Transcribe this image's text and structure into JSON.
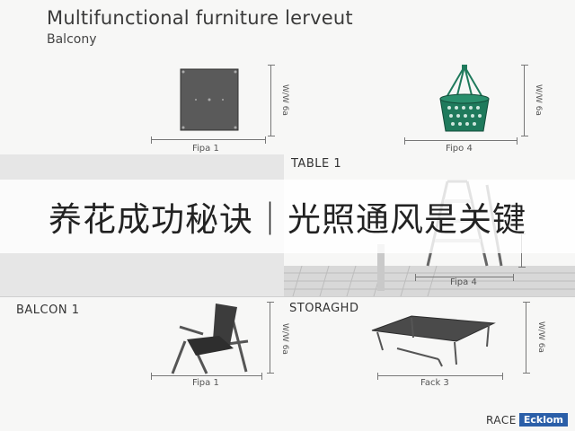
{
  "header": {
    "title": "Multifunctional furniture lerveut",
    "subtitle": "Balcony"
  },
  "items": {
    "panel_caption": "Fipa 1",
    "panel_dim": "W/W 6a",
    "basket_caption": "Fipo 4",
    "basket_dim": "W/W 6a",
    "table_section": "TABLE 1",
    "ladder_caption": "Fipa 4",
    "balcony_section": "BALCON 1",
    "chair_caption": "Fipa 1",
    "chair_dim": "W/W 6a",
    "storage_section": "STORAGHD",
    "table_caption": "Fack 3",
    "table_dim": "W/W 6a"
  },
  "banner": {
    "text": "养花成功秘诀｜光照通风是关键"
  },
  "brand": {
    "name": "RACE",
    "mark": "Ecklom"
  },
  "colors": {
    "panel": "#5a5a5a",
    "basket": "#1f7a5c",
    "chair": "#3c3c3c",
    "brand": "#2b5fa8"
  }
}
